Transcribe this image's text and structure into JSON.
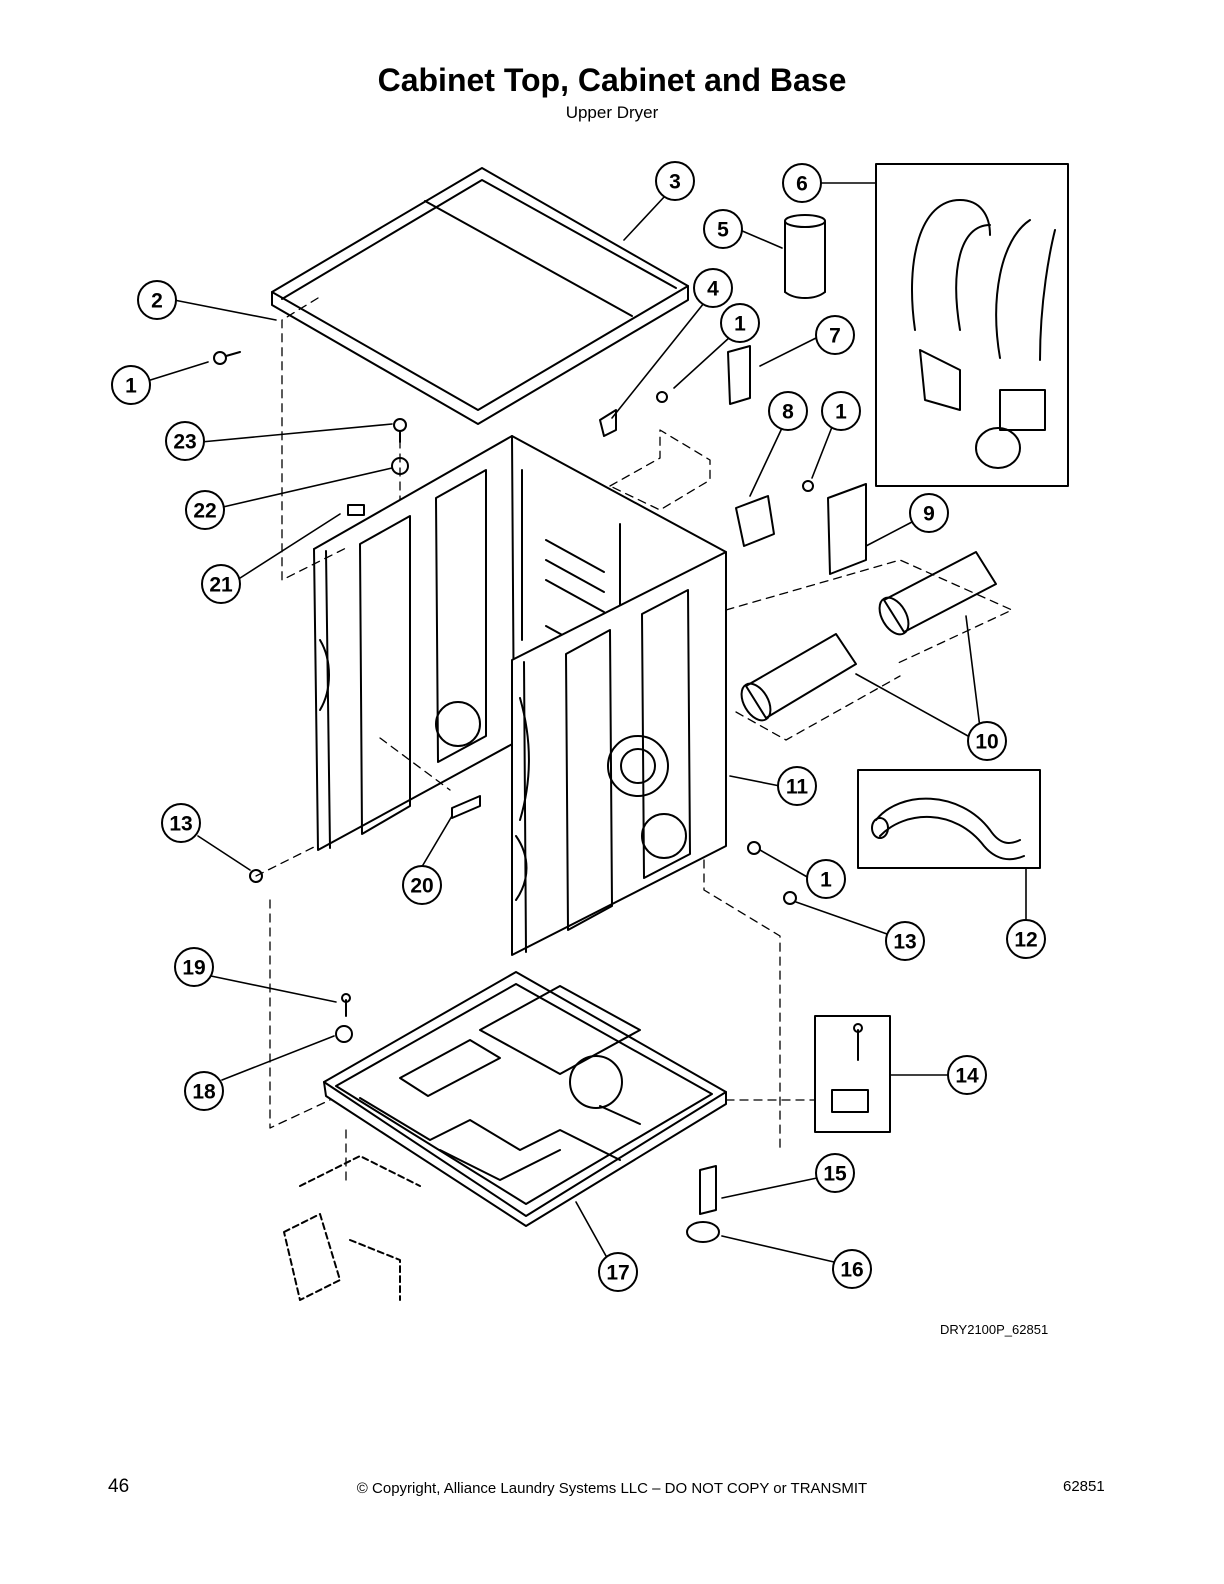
{
  "header": {
    "title": "Cabinet Top, Cabinet and Base",
    "subtitle": "Upper Dryer"
  },
  "diagram": {
    "callouts": [
      "3",
      "6",
      "5",
      "2",
      "4",
      "1",
      "7",
      "1",
      "8",
      "1",
      "23",
      "22",
      "9",
      "21",
      "10",
      "11",
      "13",
      "1",
      "20",
      "13",
      "12",
      "19",
      "14",
      "18",
      "15",
      "16",
      "17"
    ],
    "drawing_ref": "DRY2100P_62851"
  },
  "footer": {
    "page_number": "46",
    "copyright": "© Copyright, Alliance Laundry Systems LLC – DO NOT COPY or TRANSMIT",
    "doc_number": "62851"
  }
}
